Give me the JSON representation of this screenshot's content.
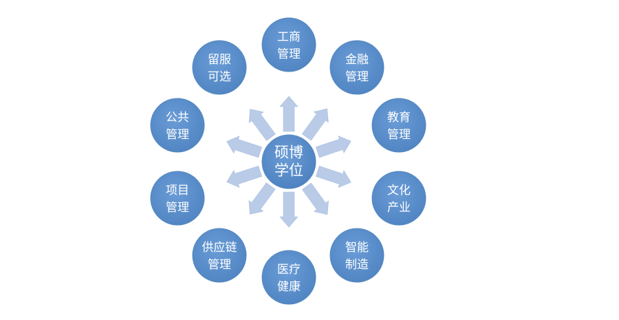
{
  "center": {
    "line1": "硕博",
    "line2": "学位"
  },
  "nodes": [
    {
      "id": "gongshang",
      "line1": "工商",
      "line2": "管理"
    },
    {
      "id": "jinrong",
      "line1": "金融",
      "line2": "管理"
    },
    {
      "id": "jiaoyu",
      "line1": "教育",
      "line2": "管理"
    },
    {
      "id": "wenhua",
      "line1": "文化",
      "line2": "产业"
    },
    {
      "id": "zhineng",
      "line1": "智能",
      "line2": "制造"
    },
    {
      "id": "yiliao",
      "line1": "医疗",
      "line2": "健康"
    },
    {
      "id": "gongyinglian",
      "line1": "供应链",
      "line2": "管理"
    },
    {
      "id": "xiangmu",
      "line1": "项目",
      "line2": "管理"
    },
    {
      "id": "gonggong",
      "line1": "公共",
      "line2": "管理"
    },
    {
      "id": "liufu",
      "line1": "留服",
      "line2": "可选"
    }
  ],
  "colors": {
    "node_fill": "#5b8fcb",
    "node_stroke": "#5689bf",
    "arrow_fill": "#b9cbe7",
    "text": "#ffffff"
  }
}
